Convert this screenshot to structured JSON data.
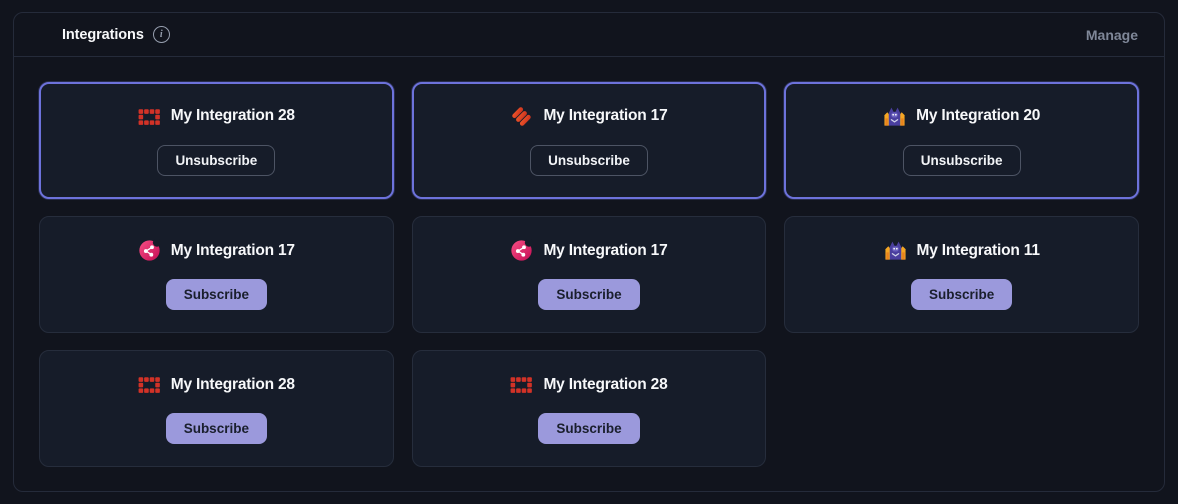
{
  "panel": {
    "title": "Integrations",
    "manage_label": "Manage"
  },
  "buttons": {
    "subscribe": "Subscribe",
    "unsubscribe": "Unsubscribe"
  },
  "icons": {
    "info": "info-icon",
    "red_grid": "red-grid-icon",
    "orange_stripes": "orange-stripes-icon",
    "mascot": "mascot-icon",
    "pink_share": "pink-share-icon"
  },
  "colors": {
    "accent_border": "#6d72db",
    "subscribe_button": "#9b99dc",
    "card_background": "#161c29",
    "page_background": "#11141d",
    "red_icon": "#d23227",
    "orange_icon": "#e1492a",
    "pink_icon": "#e8246b",
    "mascot_purple": "#4a3f9f"
  },
  "cards": [
    {
      "name": "My Integration 28",
      "icon": "red-grid-icon",
      "state": "subscribed"
    },
    {
      "name": "My Integration 17",
      "icon": "orange-stripes-icon",
      "state": "subscribed"
    },
    {
      "name": "My Integration 20",
      "icon": "mascot-icon",
      "state": "subscribed"
    },
    {
      "name": "My Integration 17",
      "icon": "pink-share-icon",
      "state": "unsubscribed"
    },
    {
      "name": "My Integration 17",
      "icon": "pink-share-icon",
      "state": "unsubscribed"
    },
    {
      "name": "My Integration 11",
      "icon": "mascot-icon",
      "state": "unsubscribed"
    },
    {
      "name": "My Integration 28",
      "icon": "red-grid-icon",
      "state": "unsubscribed"
    },
    {
      "name": "My Integration 28",
      "icon": "red-grid-icon",
      "state": "unsubscribed"
    }
  ]
}
